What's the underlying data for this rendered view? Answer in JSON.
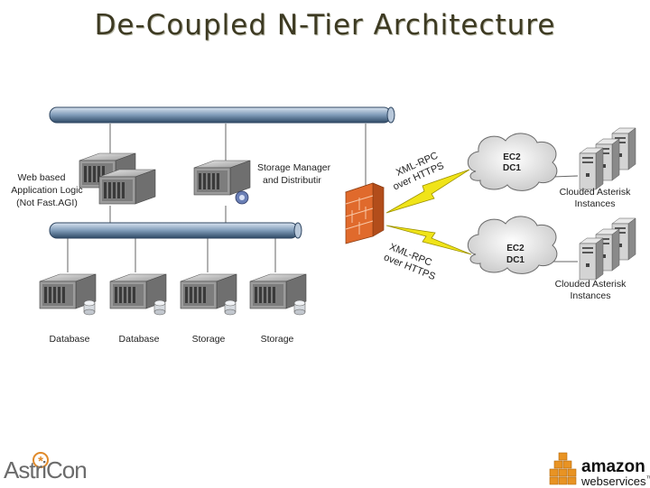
{
  "title": "De-Coupled N-Tier Architecture",
  "nodes": {
    "web_app": [
      "Web based",
      "Application Logic",
      "(Not Fast.AGI)"
    ],
    "storage_manager": [
      "Storage Manager",
      "and Distributir"
    ],
    "bottom": [
      "Database",
      "Database",
      "Storage",
      "Storage"
    ],
    "cloud_label": [
      "EC2",
      "DC1"
    ],
    "clouded_asterisk": [
      "Clouded Asterisk",
      "Instances"
    ]
  },
  "links": {
    "upper": [
      "XML-RPC",
      "over HTTPS"
    ],
    "lower": [
      "XML-RPC",
      "over HTTPS"
    ]
  },
  "logos": {
    "astricon": "AstriCon",
    "amazon": "amazon",
    "webservices": "webservices",
    "tm": "™"
  }
}
